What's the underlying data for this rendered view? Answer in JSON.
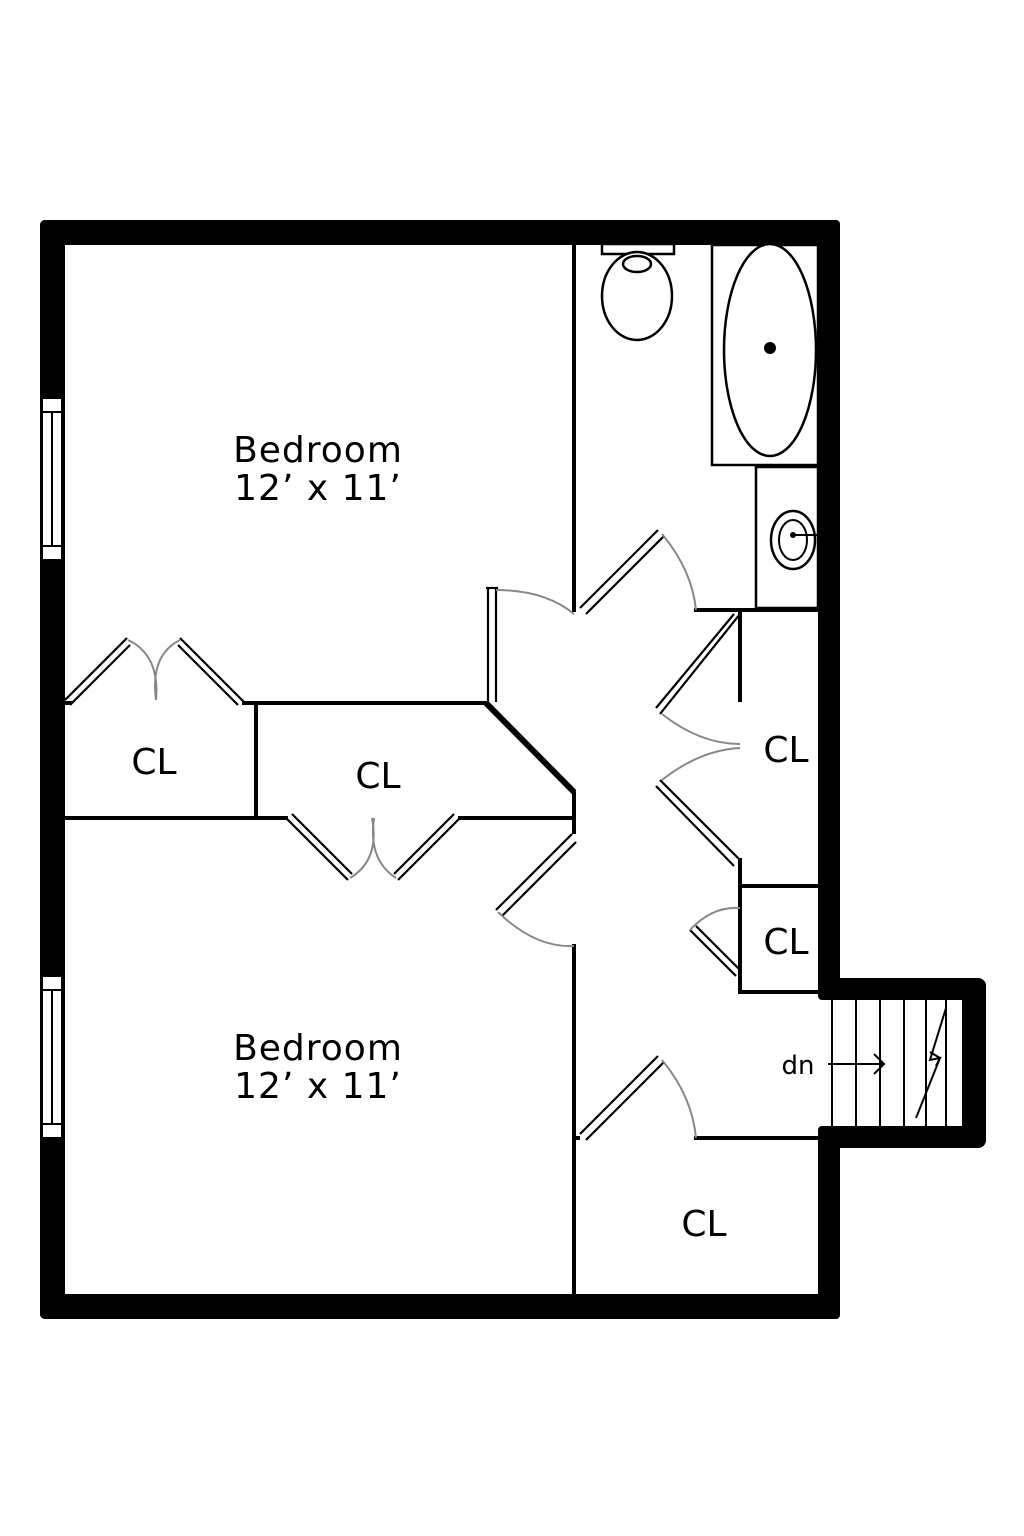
{
  "rooms": {
    "bedroom_top": {
      "name": "Bedroom",
      "size": "12’ x 11’"
    },
    "bedroom_bottom": {
      "name": "Bedroom",
      "size": "12’ x 11’"
    }
  },
  "closets": {
    "left": "CL",
    "middle": "CL",
    "right_upper": "CL",
    "right_small": "CL",
    "bottom_right": "CL"
  },
  "stairs": {
    "label": "dn"
  }
}
